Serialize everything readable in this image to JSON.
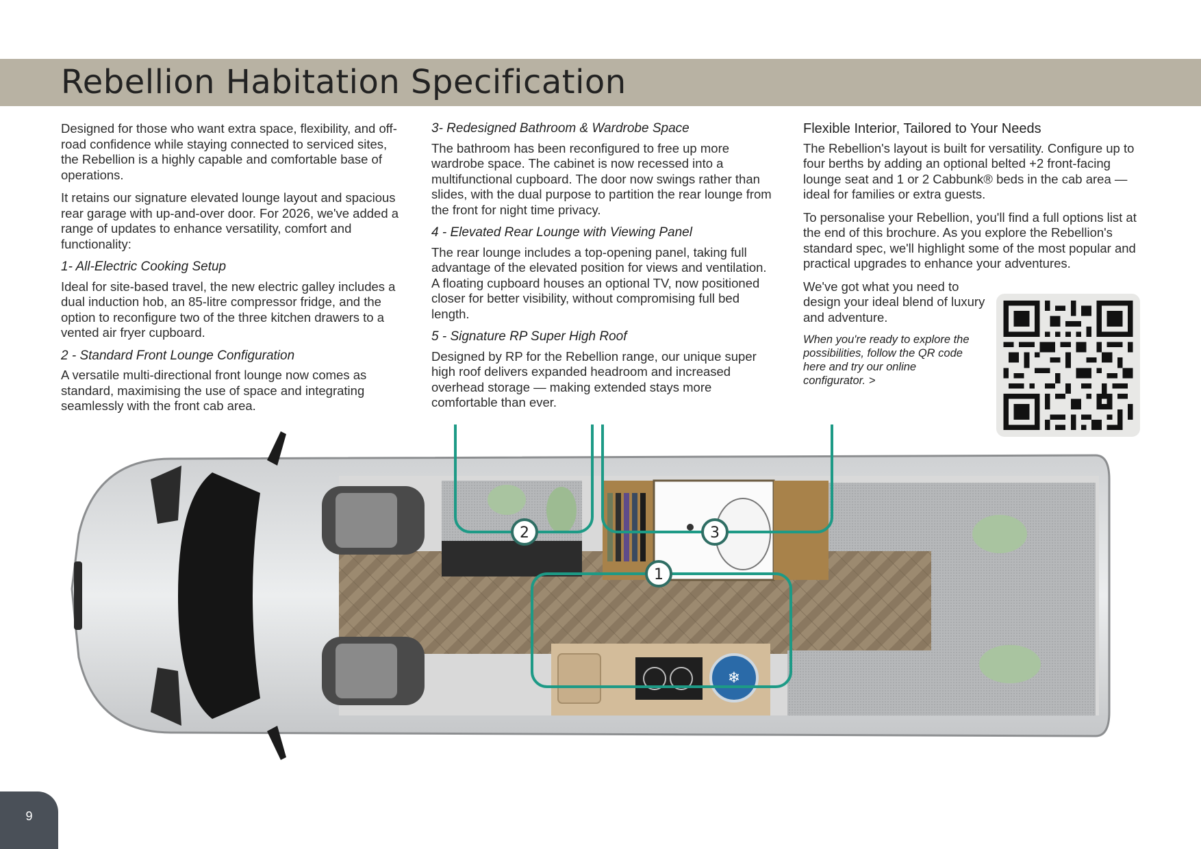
{
  "page": {
    "title": "Rebellion Habitation Specification",
    "number": "9"
  },
  "column1": {
    "intro": "Designed for those who want extra space, flexibility, and off-road confidence while staying connected to serviced sites, the Rebellion is a highly capable and comfortable base of operations.",
    "intro2": "It retains our signature elevated lounge layout and spacious rear garage with up-and-over door. For 2026, we've added a range of updates to enhance versatility, comfort and functionality:",
    "feature1_heading": "1- All-Electric Cooking Setup",
    "feature1_body": "Ideal for site-based travel, the new electric galley includes a dual induction hob, an 85-litre compressor fridge, and the option to reconfigure two of the three kitchen drawers to a vented air fryer cupboard.",
    "feature2_heading": "2 - Standard Front Lounge Configuration",
    "feature2_body": "A versatile multi-directional front lounge now comes as standard, maximising the use of space and integrating seamlessly with the front cab area."
  },
  "column2": {
    "feature3_heading": "3- Redesigned Bathroom & Wardrobe Space",
    "feature3_body": "The bathroom has been reconfigured to free up more wardrobe space. The cabinet is now recessed into a multifunctional cupboard. The door now swings rather than slides, with the dual purpose to partition the rear lounge from the front for night time privacy.",
    "feature4_heading": "4 - Elevated Rear Lounge with Viewing Panel",
    "feature4_body": "The rear lounge includes a top-opening panel, taking full advantage of the elevated position for views and ventilation. A floating cupboard houses an optional TV, now positioned closer for better visibility, without compromising full bed length.",
    "feature5_heading": "5 - Signature RP Super High Roof",
    "feature5_body": "Designed by RP for the Rebellion range, our unique super high roof delivers expanded headroom and increased overhead storage — making extended stays more comfortable than ever."
  },
  "column3": {
    "heading": "Flexible Interior, Tailored to Your Needs",
    "body1": "The Rebellion's layout is built for versatility. Configure up to four berths by adding an optional belted +2 front-facing lounge seat and 1 or 2 Cabbunk® beds in the cab area — ideal for families or extra guests.",
    "body2": "To personalise your Rebellion, you'll find a full options list at the end of this brochure. As you explore the Rebellion's standard spec, we'll highlight some of the most popular and practical upgrades to enhance your adventures.",
    "body3": "We've got what you need to design your ideal blend of luxury and adventure.",
    "cta": "When you're ready to explore the possibilities, follow the QR code here and try our online configurator. >"
  },
  "floorplan": {
    "callouts": [
      "1",
      "2",
      "3"
    ],
    "accent_color": "#1d9a86"
  }
}
